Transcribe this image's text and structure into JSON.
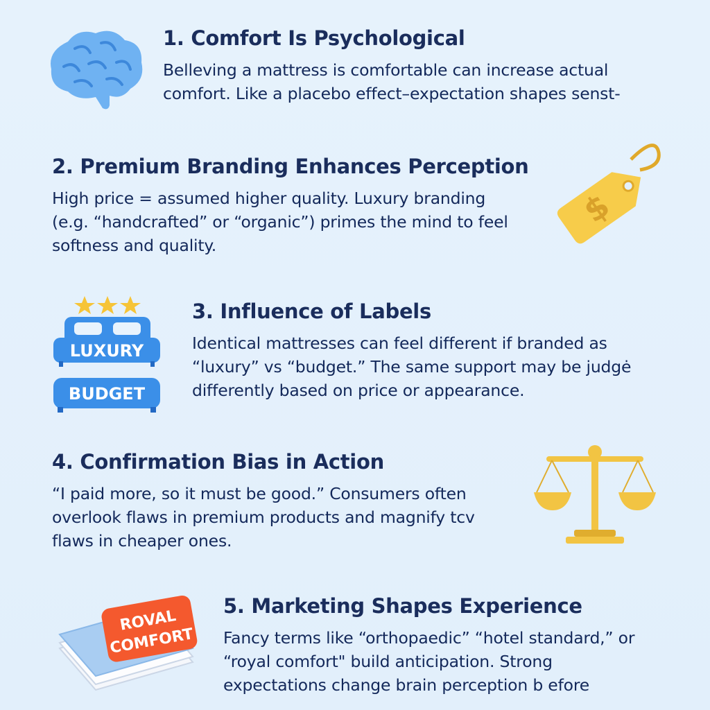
{
  "sections": [
    {
      "title": "1. Comfort Is Psychological",
      "lines": [
        "Belleving a mattress is comfortable can increase actual",
        "comfort. Like a placebo effect–expectation shapes senst-"
      ],
      "icon": "brain-icon"
    },
    {
      "title": "2. Premium Branding Enhances Perception",
      "lines": [
        "High price = assumed higher quality. Luxury branding",
        "(e.g. “handcrafted” or “organic”) primes the mind to feel",
        "softness and quality."
      ],
      "icon": "price-tag-icon",
      "icon_text": "$"
    },
    {
      "title": "3. Influence of Labels",
      "lines": [
        "Identical mattresses can feel different if branded as",
        "“luxury” vs “budget.” The same support may be judgė",
        "differently based on price or appearance."
      ],
      "icon": "labeled-beds-icon",
      "labels": [
        "LUXURY",
        "BUDGET"
      ]
    },
    {
      "title": "4. Confirmation Bias in Action",
      "lines": [
        "“I paid more, so it must be good.” Consumers often",
        "overlook flaws in premium products and magnify tсv",
        "flaws in cheaper ones."
      ],
      "icon": "scales-icon"
    },
    {
      "title": "5. Marketing Shapes Experience",
      "lines": [
        "Fancy terms like “orthopaedic” “hotel standard,” or",
        "“royal comfort\" build anticipation. Strong",
        "expectations change brain perception b efore"
      ],
      "icon": "mattress-icon",
      "badge": [
        "ROVAL",
        "COMFORT"
      ]
    }
  ],
  "colors": {
    "background": "#e3f0fb",
    "title": "#1a2d5c",
    "brain": "#6fb2f2",
    "tag": "#f7cc4a",
    "bed": "#3b8fe8",
    "badge": "#f4592e"
  }
}
